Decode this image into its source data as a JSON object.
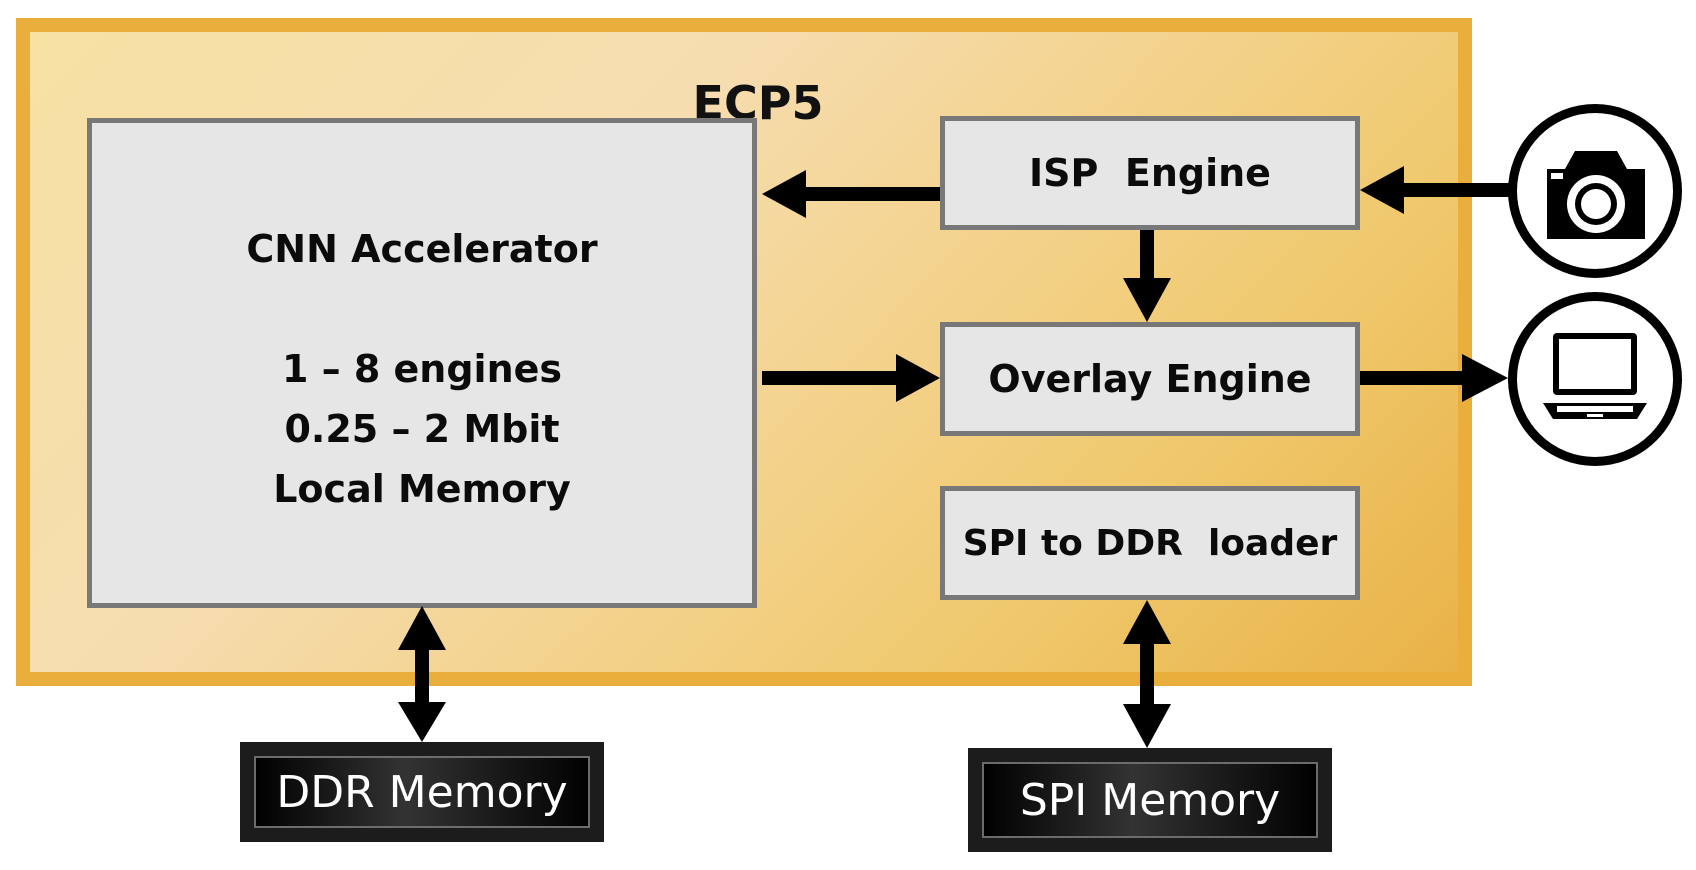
{
  "fpga": {
    "title": "ECP5"
  },
  "blocks": {
    "cnn": {
      "title": "CNN  Accelerator",
      "lines": [
        "1 – 8 engines",
        "0.25 – 2 Mbit",
        "Local Memory"
      ]
    },
    "isp": {
      "label": "ISP  Engine"
    },
    "overlay": {
      "label": "Overlay Engine"
    },
    "spi_loader": {
      "label": "SPI to DDR  loader"
    }
  },
  "external": {
    "ddr": {
      "label": "DDR Memory"
    },
    "spi": {
      "label": "SPI Memory"
    },
    "camera_icon": "camera-icon",
    "laptop_icon": "laptop-icon"
  },
  "colors": {
    "fpga_border": "#e9ae3c",
    "block_fill": "#e6e6e6",
    "block_border": "#787878",
    "arrow": "#000000"
  }
}
